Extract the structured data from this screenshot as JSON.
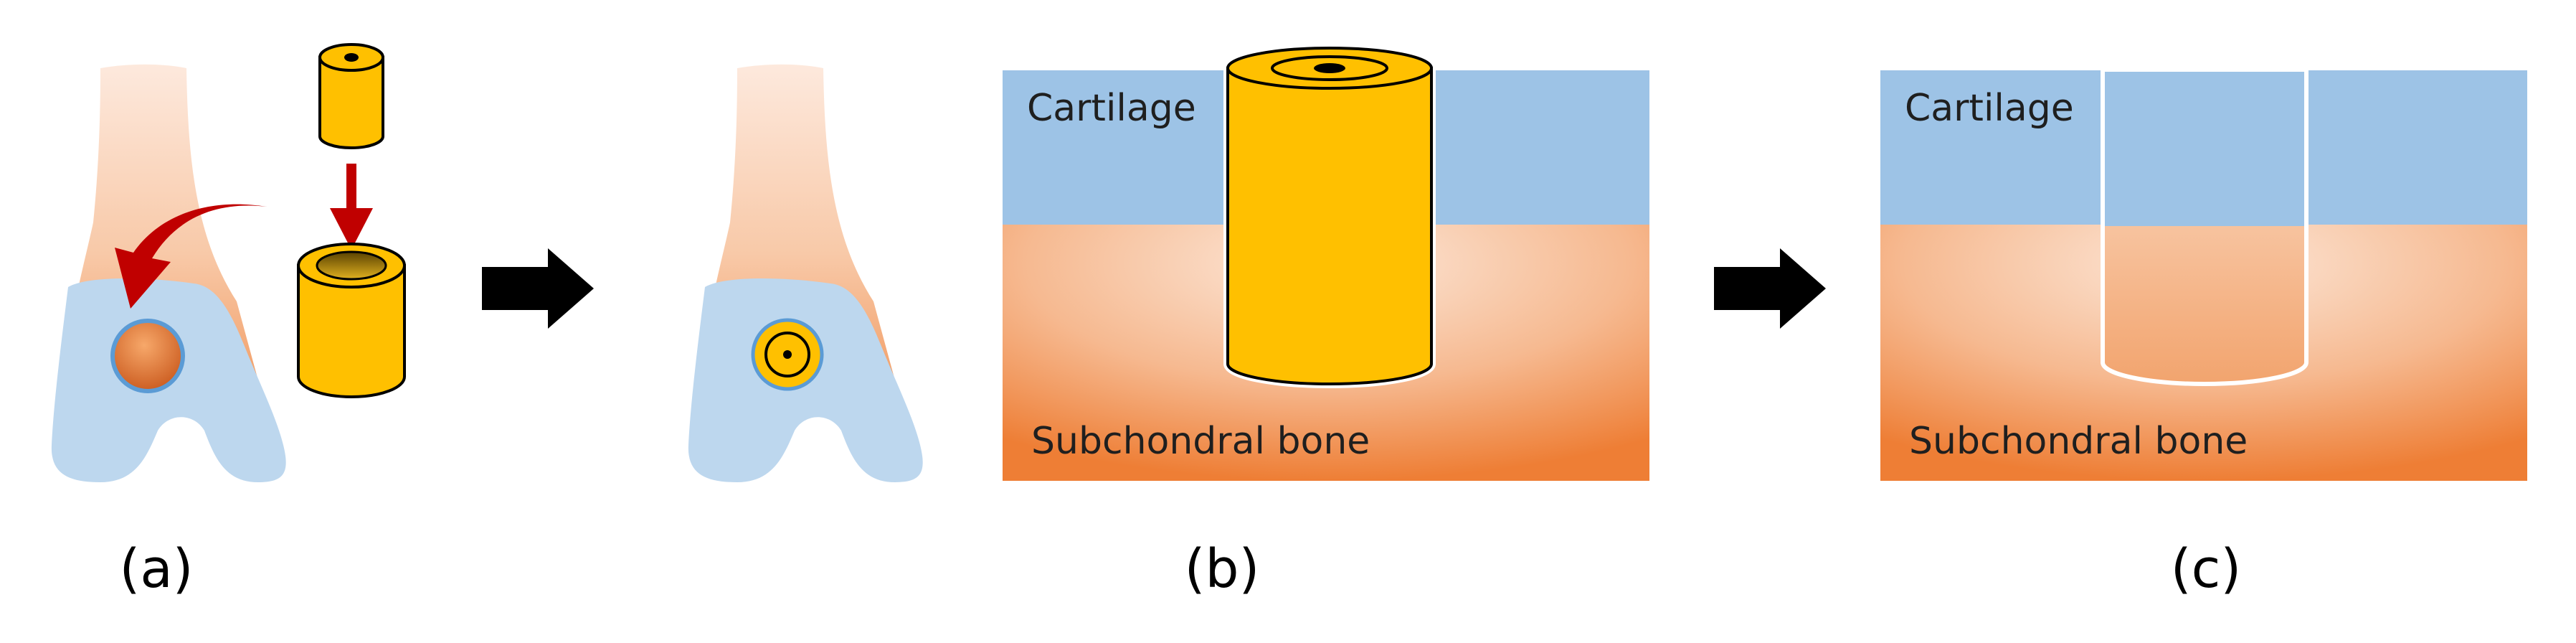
{
  "panels": {
    "a": {
      "label": "(a)"
    },
    "b": {
      "label": "(b)",
      "cartilage_label": "Cartilage",
      "bone_label": "Subchondral bone"
    },
    "c": {
      "label": "(c)",
      "cartilage_label": "Cartilage",
      "bone_label": "Subchondral bone"
    }
  },
  "colors": {
    "cartilage": "#9DC3E6",
    "bone_light": "#FBE5D6",
    "bone_dark": "#F08A40",
    "implant": "#FFC000",
    "implant_dark": "#B38900",
    "knee_blue": "#BDD7EE",
    "arrow_red": "#C00000",
    "arrow_black": "#000000"
  }
}
